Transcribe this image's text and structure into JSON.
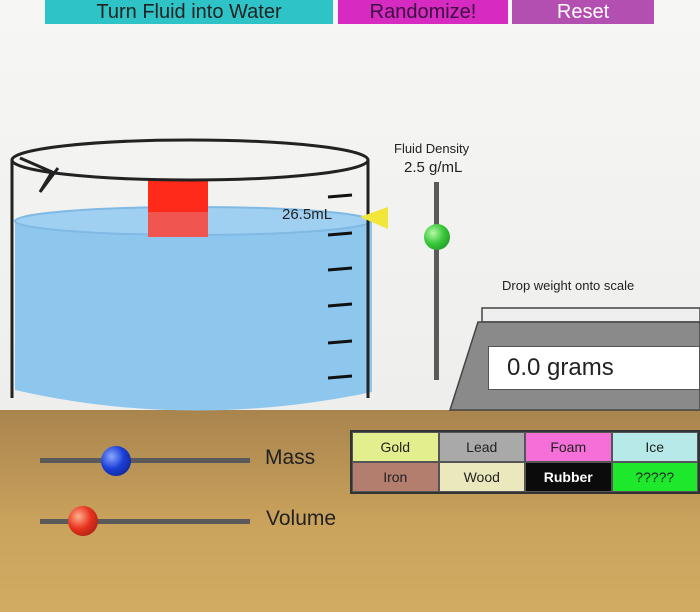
{
  "buttons": {
    "water": "Turn Fluid into Water",
    "randomize": "Randomize!",
    "reset": "Reset"
  },
  "beaker": {
    "volume_label": "26.5mL"
  },
  "density": {
    "title": "Fluid Density",
    "value": "2.5 g/mL"
  },
  "scale": {
    "hint": "Drop weight onto scale",
    "reading": "0.0 grams"
  },
  "sliders": {
    "mass_label": "Mass",
    "volume_label": "Volume"
  },
  "materials": [
    {
      "label": "Gold",
      "color": "#e3ee8e",
      "text_color": "#222"
    },
    {
      "label": "Lead",
      "color": "#a9a9a9",
      "text_color": "#222"
    },
    {
      "label": "Foam",
      "color": "#f56fd8",
      "text_color": "#222"
    },
    {
      "label": "Ice",
      "color": "#b7e9e9",
      "text_color": "#222"
    },
    {
      "label": "Iron",
      "color": "#b47e6e",
      "text_color": "#222"
    },
    {
      "label": "Wood",
      "color": "#ece8bd",
      "text_color": "#222"
    },
    {
      "label": "Rubber",
      "color": "#0b0b0b",
      "text_color": "#ffffff"
    },
    {
      "label": "?????",
      "color": "#1ee82c",
      "text_color": "#222"
    }
  ],
  "colors": {
    "water": "#8ec7ee",
    "block": "#ff2a1a",
    "pointer": "#f2e63a",
    "density_knob": "#38c93a",
    "mass_knob": "#1a3fd6",
    "volume_knob": "#e8321f"
  }
}
